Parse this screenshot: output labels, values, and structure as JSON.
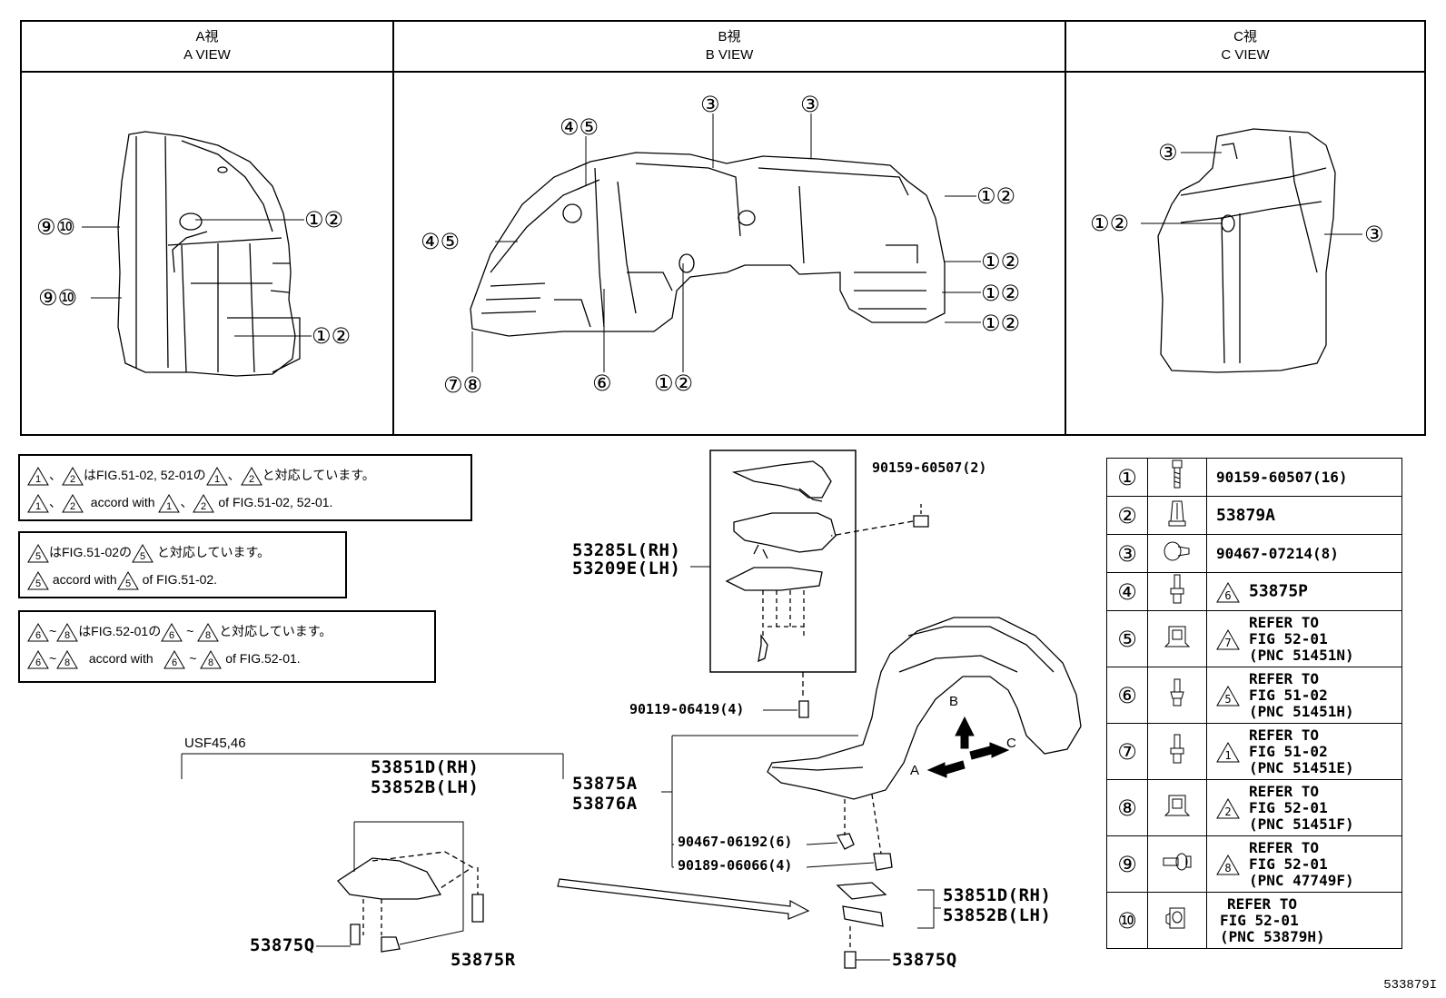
{
  "views": {
    "a": {
      "title_jp": "A視",
      "title_en": "A VIEW"
    },
    "b": {
      "title_jp": "B視",
      "title_en": "B VIEW"
    },
    "c": {
      "title_jp": "C視",
      "title_en": "C VIEW"
    }
  },
  "callouts": {
    "a_9_10_top": "⑨⑩",
    "a_9_10_bottom": "⑨⑩",
    "a_1_2_top": "①②",
    "a_1_2_bottom": "①②",
    "b_4_5_top": "④⑤",
    "b_4_5_left": "④⑤",
    "b_3_left": "③",
    "b_3_right": "③",
    "b_1_2_r1": "①②",
    "b_1_2_r2": "①②",
    "b_1_2_r3": "①②",
    "b_1_2_r4": "①②",
    "b_7_8": "⑦⑧",
    "b_6": "⑥",
    "b_1_2_bottom": "①②",
    "c_3_top": "③",
    "c_1_2": "①②",
    "c_3_right": "③"
  },
  "notes": {
    "note1_jp": "と対応しています。",
    "note1_line1_mid": "はFIG.51-02, 52-01の",
    "note1_line2_mid": "accord with",
    "note1_line2_end": "of FIG.51-02, 52-01.",
    "note2_line1_mid": "はFIG.51-02の",
    "note2_line1_end": "と対応しています。",
    "note2_line2_mid": "accord with",
    "note2_line2_end": "of FIG.51-02.",
    "note3_line1_mid": "はFIG.52-01の",
    "note3_line1_end": "と対応しています。",
    "note3_line2_mid": "accord with",
    "note3_line2_end": "of FIG.52-01.",
    "sep_comma": "、",
    "sep_tilde": "~"
  },
  "parts": {
    "p90159_2": "90159-60507(2)",
    "p53285l": "53285L(RH)",
    "p53209e": "53209E(LH)",
    "p90119": "90119-06419(4)",
    "p53875a": "53875A",
    "p53876a": "53876A",
    "p90467_6": "90467-06192(6)",
    "p90189": "90189-06066(4)",
    "usf": "USF45,46",
    "p53851d_top": "53851D(RH)",
    "p53852b_top": "53852B(LH)",
    "p53875q_left": "53875Q",
    "p53875r": "53875R",
    "p53851d_right": "53851D(RH)",
    "p53852b_right": "53852B(LH)",
    "p53875q_right": "53875Q",
    "arrow_b": "B",
    "arrow_a": "A",
    "arrow_c": "C"
  },
  "legend": [
    {
      "num": "①",
      "icon": "bolt-icon",
      "text": "90159-60507(16)"
    },
    {
      "num": "②",
      "icon": "clip-icon",
      "text": "53879A"
    },
    {
      "num": "③",
      "icon": "push-rivet-icon",
      "text": "90467-07214(8)"
    },
    {
      "num": "④",
      "icon": "bolt-icon",
      "ref": "6",
      "text": "53875P"
    },
    {
      "num": "⑤",
      "icon": "clip-bracket-icon",
      "ref": "7",
      "lines": [
        "REFER TO",
        "FIG 52-01",
        "(PNC 51451N)"
      ]
    },
    {
      "num": "⑥",
      "icon": "screw-icon",
      "ref": "5",
      "lines": [
        "REFER TO",
        "FIG 51-02",
        "(PNC 51451H)"
      ]
    },
    {
      "num": "⑦",
      "icon": "bolt-icon",
      "ref": "1",
      "lines": [
        "REFER TO",
        "FIG 51-02",
        "(PNC 51451E)"
      ]
    },
    {
      "num": "⑧",
      "icon": "clip-bracket-icon",
      "ref": "2",
      "lines": [
        "REFER TO",
        "FIG 52-01",
        "(PNC 51451F)"
      ]
    },
    {
      "num": "⑨",
      "icon": "screw-side-icon",
      "ref": "8",
      "lines": [
        "REFER TO",
        "FIG 52-01",
        "(PNC 47749F)"
      ]
    },
    {
      "num": "⑩",
      "icon": "clip-nut-icon",
      "lines": [
        "REFER TO",
        "FIG 52-01",
        "(PNC 53879H)"
      ]
    }
  ],
  "footer_code": "533879I"
}
